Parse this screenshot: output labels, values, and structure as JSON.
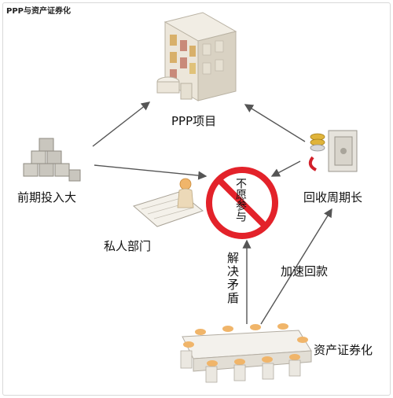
{
  "header_title": "PPP与资产证券化",
  "nodes": {
    "ppp_project": "PPP项目",
    "upfront_investment": "前期投入大",
    "long_payback": "回收周期长",
    "private_sector": "私人部门",
    "securitization": "资产证券化"
  },
  "no_sign_text": "不愿参与",
  "arrow_labels": {
    "resolve_conflict": "解决矛盾",
    "speed_up_payment": "加速回款"
  },
  "colors": {
    "no_sign_red": "#e3222a",
    "arrow": "#555555",
    "building_beige": "#e8e2d6",
    "crate": "#c9c6be",
    "coin_gold": "#e0b43a"
  }
}
